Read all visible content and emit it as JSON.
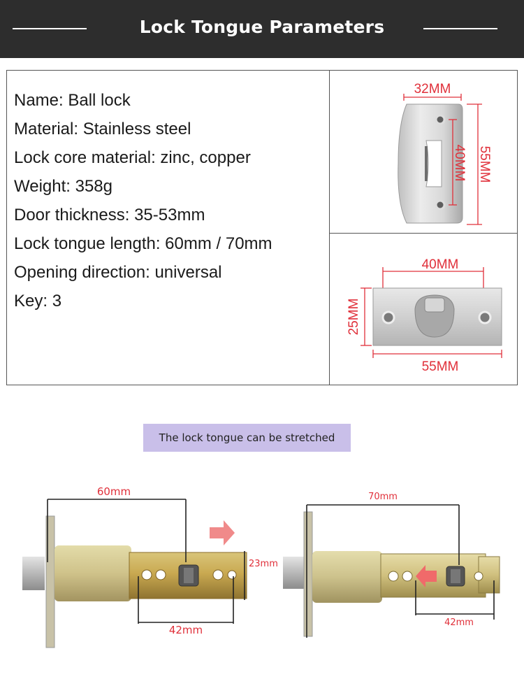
{
  "header": {
    "title": "Lock Tongue Parameters"
  },
  "specs": [
    "Name: Ball lock",
    "Material: Stainless steel",
    "Lock core material: zinc, copper",
    "Weight: 358g",
    "Door thickness: 35-53mm",
    "Lock tongue length: 60mm / 70mm",
    "Opening direction: universal",
    "Key: 3"
  ],
  "strike_plate": {
    "width_label": "32MM",
    "hole_span_label": "40MM",
    "height_label": "55MM"
  },
  "latch_face": {
    "hole_span_label": "40MM",
    "height_label": "25MM",
    "width_label": "55MM"
  },
  "banner": {
    "text": "The lock tongue can be stretched"
  },
  "latch_short": {
    "length_label": "60mm",
    "inner_label": "42mm",
    "side_label": "23mm"
  },
  "latch_long": {
    "length_label": "70mm",
    "inner_label": "42mm"
  },
  "colors": {
    "header_bg": "#2d2d2d",
    "dimension_red": "#e0303a",
    "banner_bg": "#c9bfe9",
    "brass": "#c9a951"
  }
}
